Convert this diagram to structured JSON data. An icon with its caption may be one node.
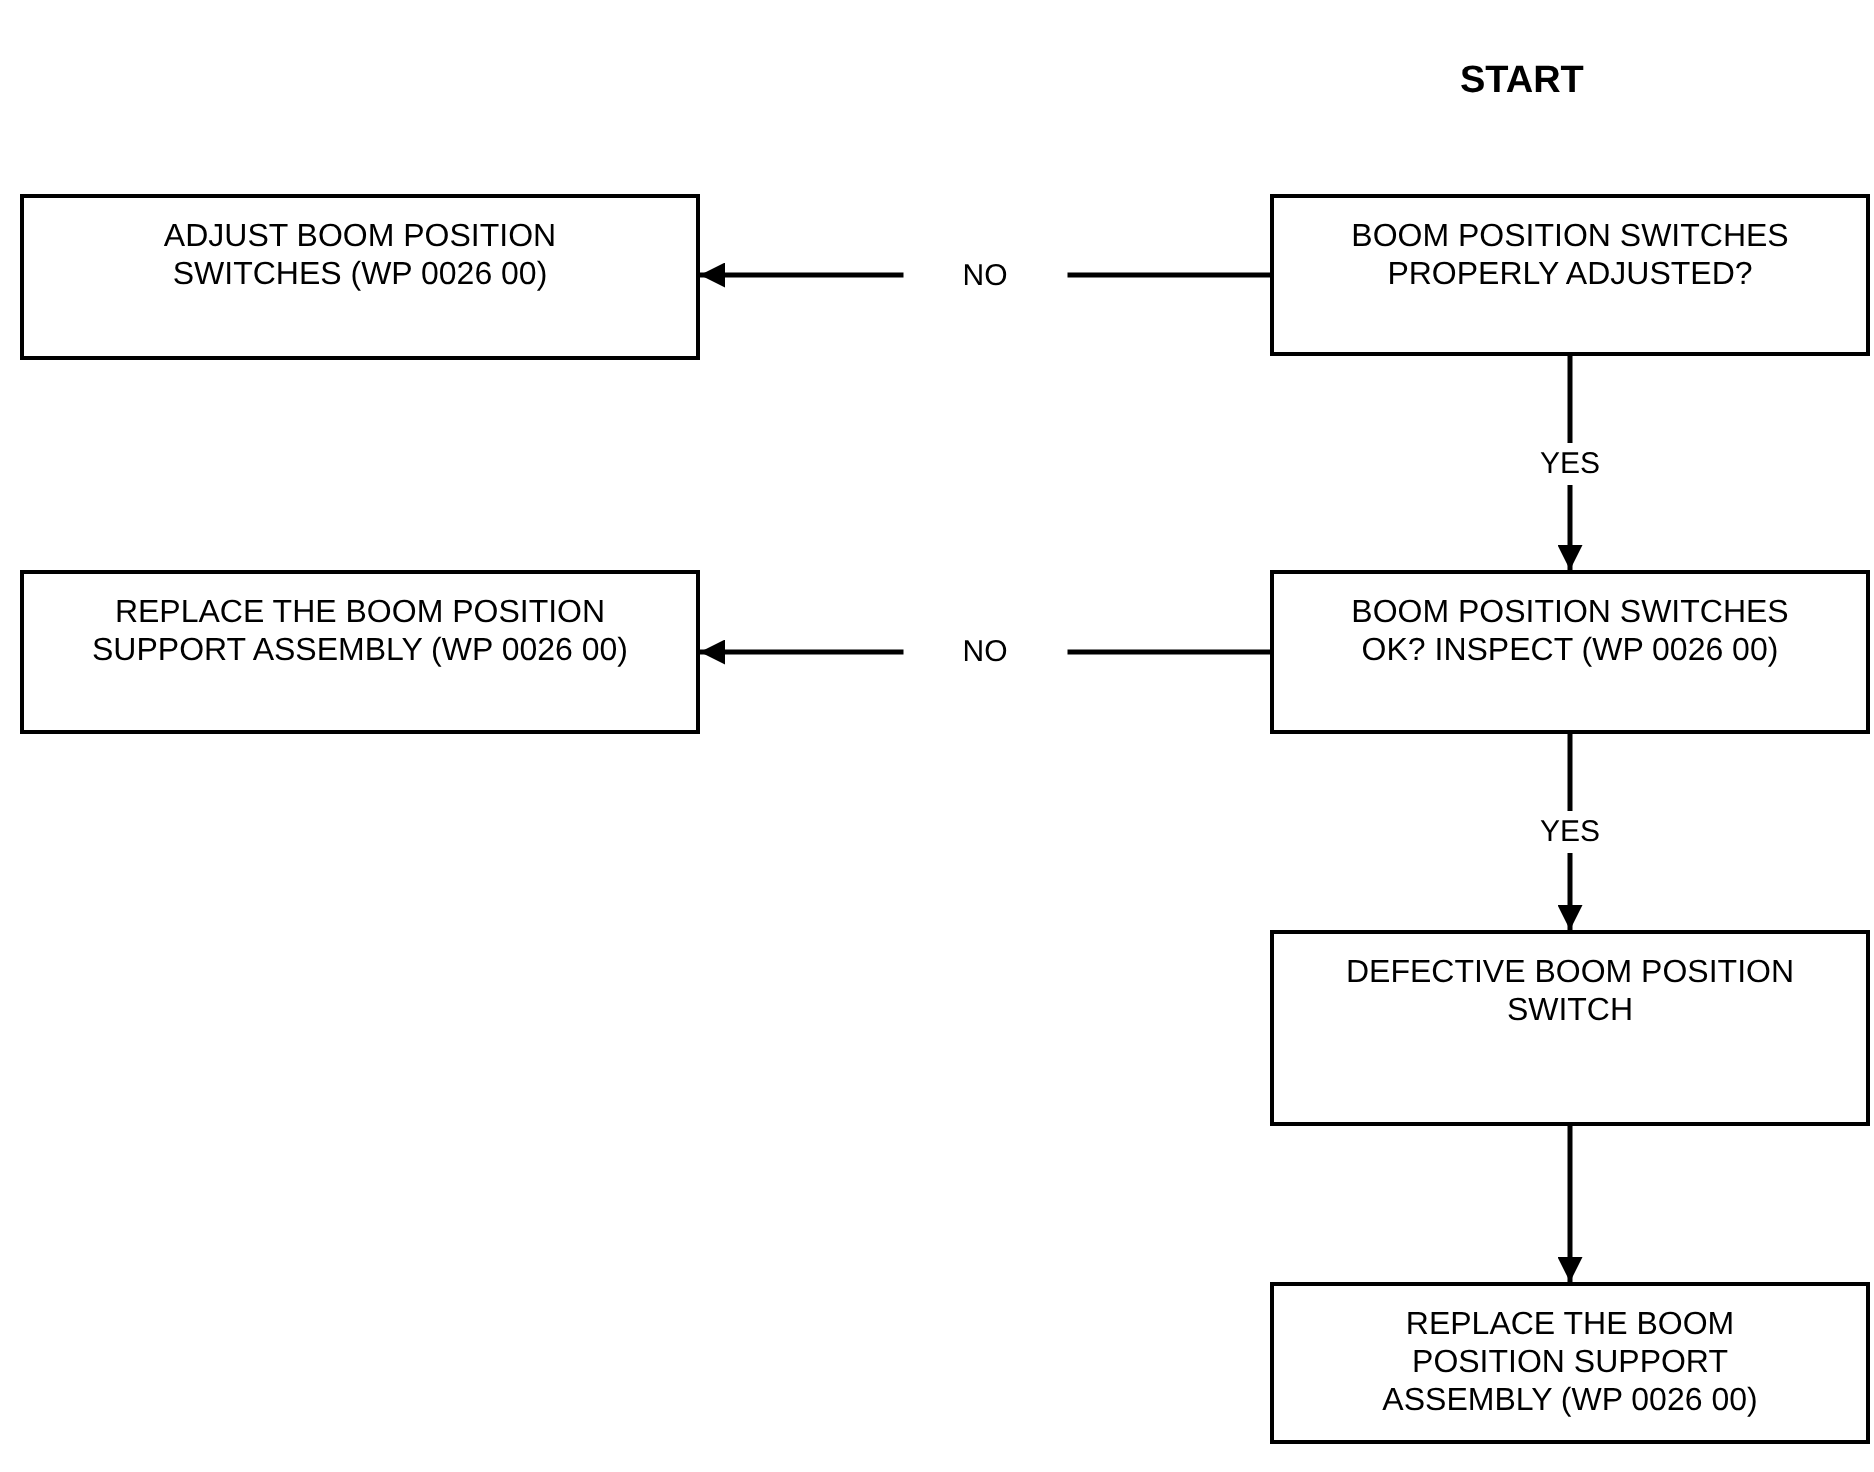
{
  "diagram": {
    "nodes": [
      {
        "text": [
          "ADJUST BOOM POSITION SWITCHES (WP 0026 00)"
        ]
      },
      {
        "text": [
          "BOOM POSITION SWITCHES PROPERLY ADJUSTED?"
        ]
      },
      {
        "text": [
          "REPLACE THE BOOM POSITION SUPPORT ASSEMBLY (WP 0026 00)"
        ]
      },
      {
        "text": [
          "BOOM POSITION SWITCHES OK? INSPECT (WP 0026 00)"
        ]
      },
      {
        "text": [
          "DEFECTIVE BOOM POSITION SWITCH"
        ]
      },
      {
        "text": [
          "REPLACE THE BOOM POSITION SUPPORT ASSEMBLY (WP 0026 00)"
        ]
      }
    ],
    "edges": [
      {
        "from": 1,
        "to": 0,
        "arrow": "to",
        "label": "NO"
      },
      {
        "from": 1,
        "to": 3,
        "arrow": "to",
        "label": "YES"
      },
      {
        "from": 3,
        "to": 2,
        "arrow": "to",
        "label": "NO"
      },
      {
        "from": 3,
        "to": 4,
        "arrow": "to",
        "label": "YES"
      },
      {
        "from": 4,
        "to": 5,
        "arrow": "to"
      }
    ],
    "labels": [
      "START"
    ]
  }
}
